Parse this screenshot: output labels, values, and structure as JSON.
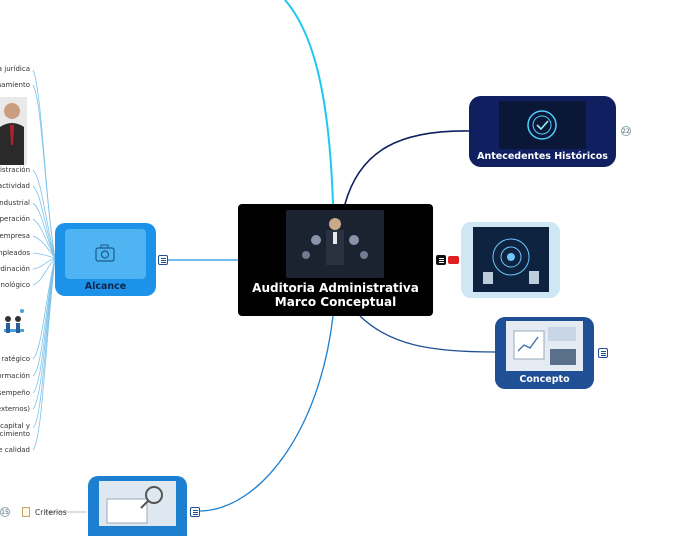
{
  "central": {
    "title_line1": "Auditoria Administrativa",
    "title_line2": "Marco Conceptual"
  },
  "antecedentes": {
    "label": "Antecedentes Históricos",
    "count": "22"
  },
  "concepto": {
    "label": "Concepto"
  },
  "alcance": {
    "label": "Alcance"
  },
  "criterios": {
    "label": "Criterios",
    "count": "15"
  },
  "alcance_items": [
    "a jurídica",
    "namiento",
    "nistración",
    "actividad",
    "industrial",
    "operación",
    "empresa",
    "npleados",
    "rdinación",
    "cnológico",
    "ratégico",
    "ormación",
    "esempeño",
    "externos)",
    "capital y",
    "ocimiento",
    "de calidad"
  ],
  "colors": {
    "dark_navy": "#0f1f5f",
    "blue": "#1f4f95",
    "light_blue": "#1c93e8",
    "cyan_line": "#1ec8f0"
  }
}
